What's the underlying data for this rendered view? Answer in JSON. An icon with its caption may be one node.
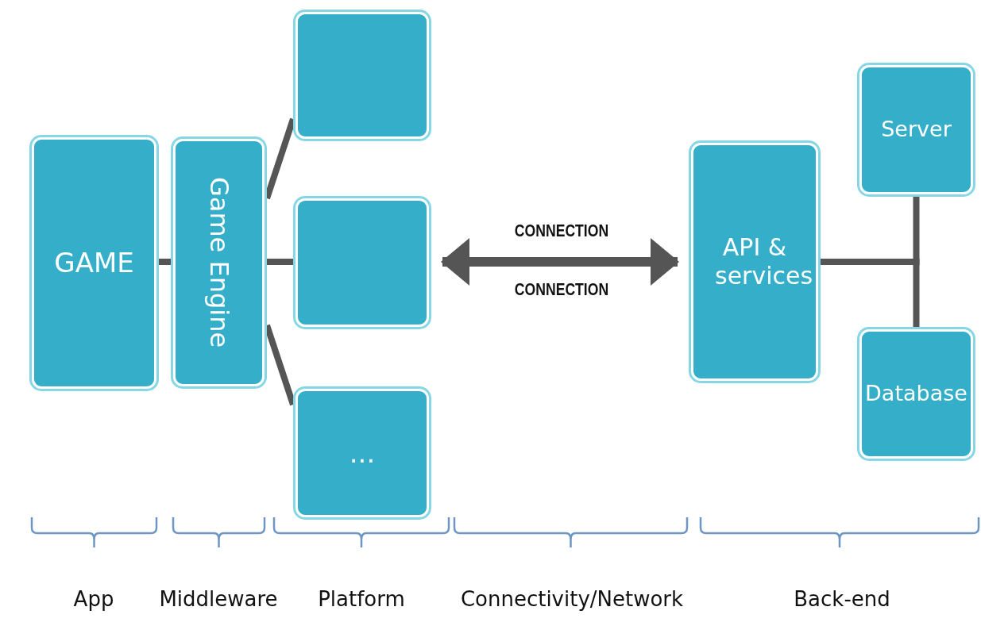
{
  "diagram": {
    "nodes": [
      {
        "text": [
          "GAME"
        ]
      },
      {
        "text": [
          "Game Engine"
        ]
      },
      {
        "text": [],
        "shape": "box"
      },
      {
        "text": [],
        "shape": "box"
      },
      {
        "text": [
          "..."
        ]
      },
      {
        "text": [
          "API & services"
        ]
      },
      {
        "text": [
          "Server"
        ]
      },
      {
        "text": [
          "Database"
        ]
      }
    ],
    "edges": [
      {
        "from": 0,
        "to": 1,
        "arrow": "none"
      },
      {
        "from": 1,
        "to": 2,
        "arrow": "none"
      },
      {
        "from": 1,
        "to": 3,
        "arrow": "none"
      },
      {
        "from": 1,
        "to": 4,
        "arrow": "none"
      },
      {
        "from": 3,
        "to": 5,
        "arrow": "both",
        "label": "CONNECTION"
      },
      {
        "from": 5,
        "to": 6,
        "arrow": "none"
      },
      {
        "from": 5,
        "to": 7,
        "arrow": "none"
      }
    ],
    "labels": [
      "CONNECTION",
      "App",
      "Middleware",
      "Platform",
      "Connectivity/Network",
      "Back-end"
    ]
  }
}
